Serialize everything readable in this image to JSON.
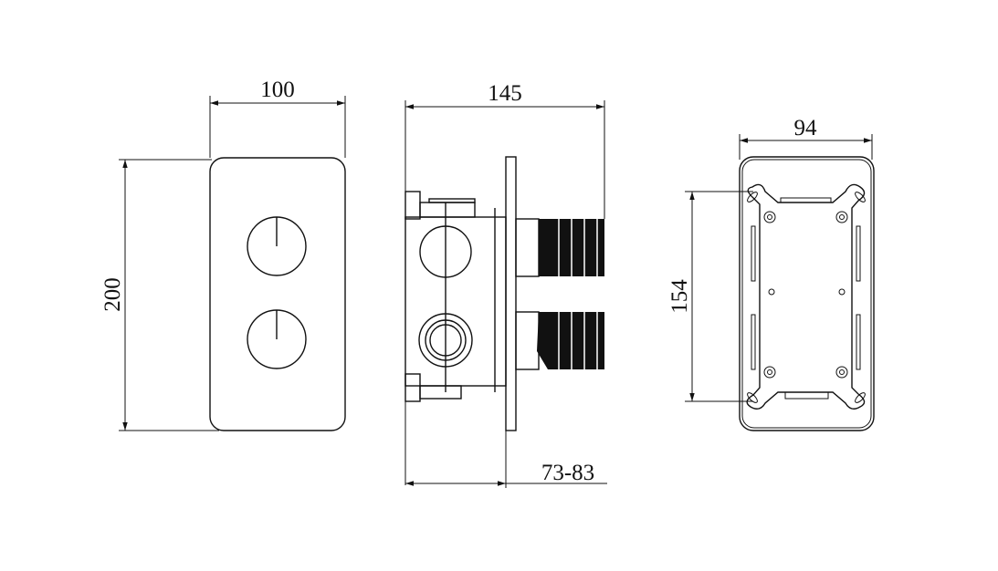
{
  "front_view": {
    "width_label": "100",
    "height_label": "200"
  },
  "side_view": {
    "depth_label": "145",
    "range_label": "73-83"
  },
  "back_view": {
    "width_label": "94",
    "height_label": "154"
  },
  "colors": {
    "line": "#111111",
    "background": "#ffffff"
  }
}
